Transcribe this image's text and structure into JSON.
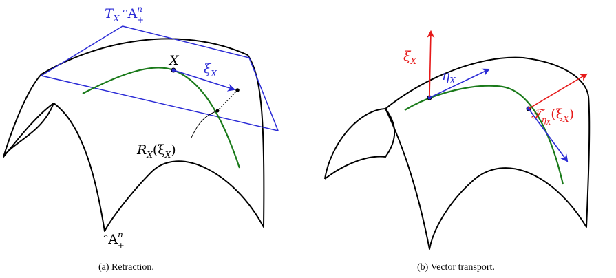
{
  "panel_a": {
    "caption": "(a) Retraction.",
    "tangent_space_label": {
      "T": "T",
      "sub": "X",
      "S": "ᵔA",
      "sup": "n",
      "plus": "+"
    },
    "point_label": "X",
    "vector_label": {
      "main": "ξ",
      "sub": "X"
    },
    "retraction_label": {
      "R": "R",
      "sub": "X",
      "arg": "(ξ",
      "argsub": "X",
      "close": ")"
    },
    "manifold_label": {
      "S": "ᵔA",
      "sup": "n",
      "plus": "+"
    }
  },
  "panel_b": {
    "caption": "(b) Vector transport.",
    "xi_label": {
      "main": "ξ",
      "sub": "X"
    },
    "eta_label": {
      "main": "η",
      "sub": "X"
    },
    "transport_label": {
      "T": "𝒯",
      "sub": "η",
      "subsub": "X",
      "arg": "(ξ",
      "argsub": "X",
      "close": ")"
    }
  },
  "colors": {
    "manifold": "#000000",
    "curve": "#1a7a1a",
    "tangent_plane": "#2b2bd6",
    "blue_vector": "#2b2bd6",
    "red_vector": "#e61919"
  }
}
